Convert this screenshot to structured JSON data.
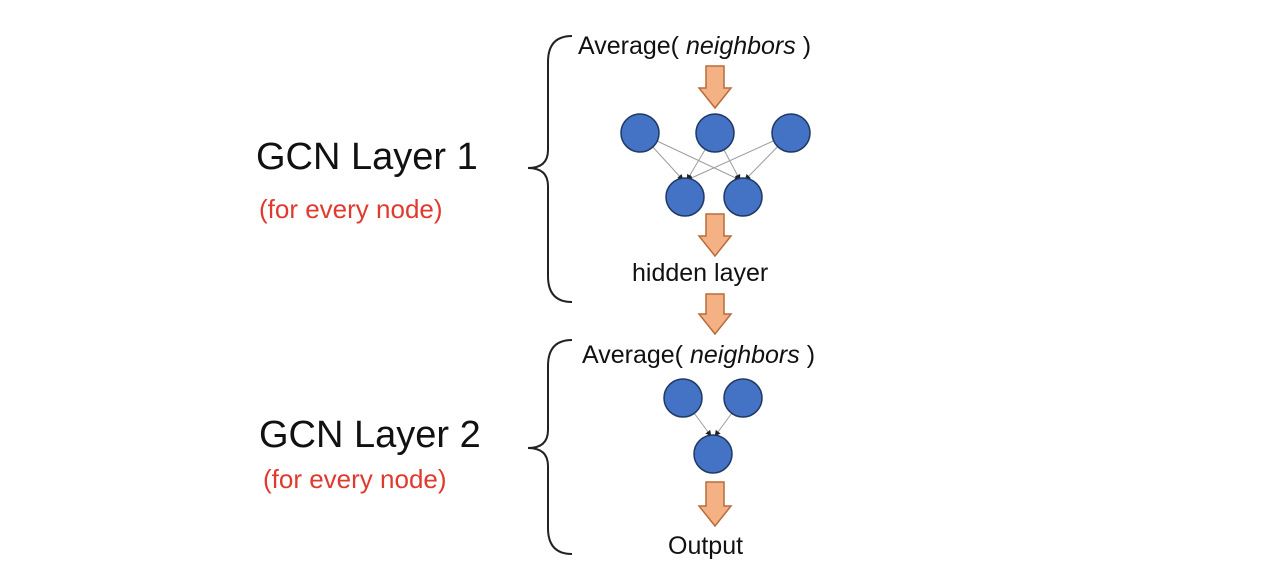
{
  "colors": {
    "node_fill": "#4472c4",
    "node_stroke": "#1f3864",
    "arrow_fill": "#f4b183",
    "arrow_stroke": "#b86c3c",
    "subtitle": "#e03a2f",
    "edge": "#9e9e9e"
  },
  "layer1": {
    "title": "GCN Layer 1",
    "subtitle": "(for every node)",
    "input_prefix": "Average(",
    "input_arg": "neighbors",
    "input_suffix": ")",
    "output_label": "hidden layer"
  },
  "layer2": {
    "title": "GCN Layer 2",
    "subtitle": "(for every node)",
    "input_prefix": "Average(",
    "input_arg": "neighbors",
    "input_suffix": ")",
    "output_label": "Output"
  }
}
